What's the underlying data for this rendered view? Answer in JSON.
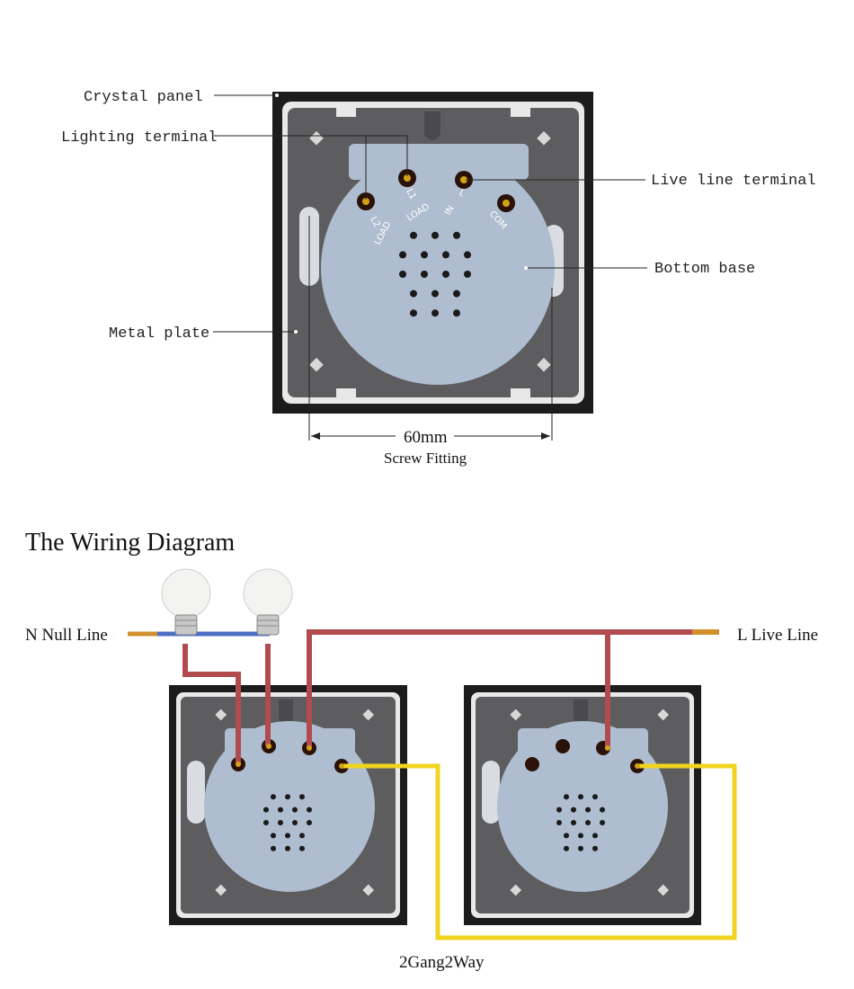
{
  "top_diagram": {
    "callouts": {
      "crystal_panel": "Crystal panel",
      "lighting_terminal": "Lighting terminal",
      "live_line_terminal": "Live line terminal",
      "bottom_base": "Bottom base",
      "metal_plate": "Metal plate"
    },
    "terminal_labels": {
      "l2": "L2",
      "load_a": "LOAD",
      "l1": "L1",
      "load_b": "LOAD",
      "l": "L",
      "in": "IN",
      "com": "COM"
    },
    "dimension": "60mm",
    "dimension_caption": "Screw Fitting"
  },
  "wiring": {
    "title": "The Wiring Diagram",
    "null_line": "N Null Line",
    "live_line": "L Live Line",
    "caption": "2Gang2Way"
  },
  "colors": {
    "panel": "#1c1c1c",
    "plate": "#5d5d5f",
    "base": "#aebdcf",
    "wire_red": "#b14b4d",
    "wire_blue": "#4b6fc4",
    "wire_yellow": "#f0d520",
    "terminal": "#6a2410"
  }
}
